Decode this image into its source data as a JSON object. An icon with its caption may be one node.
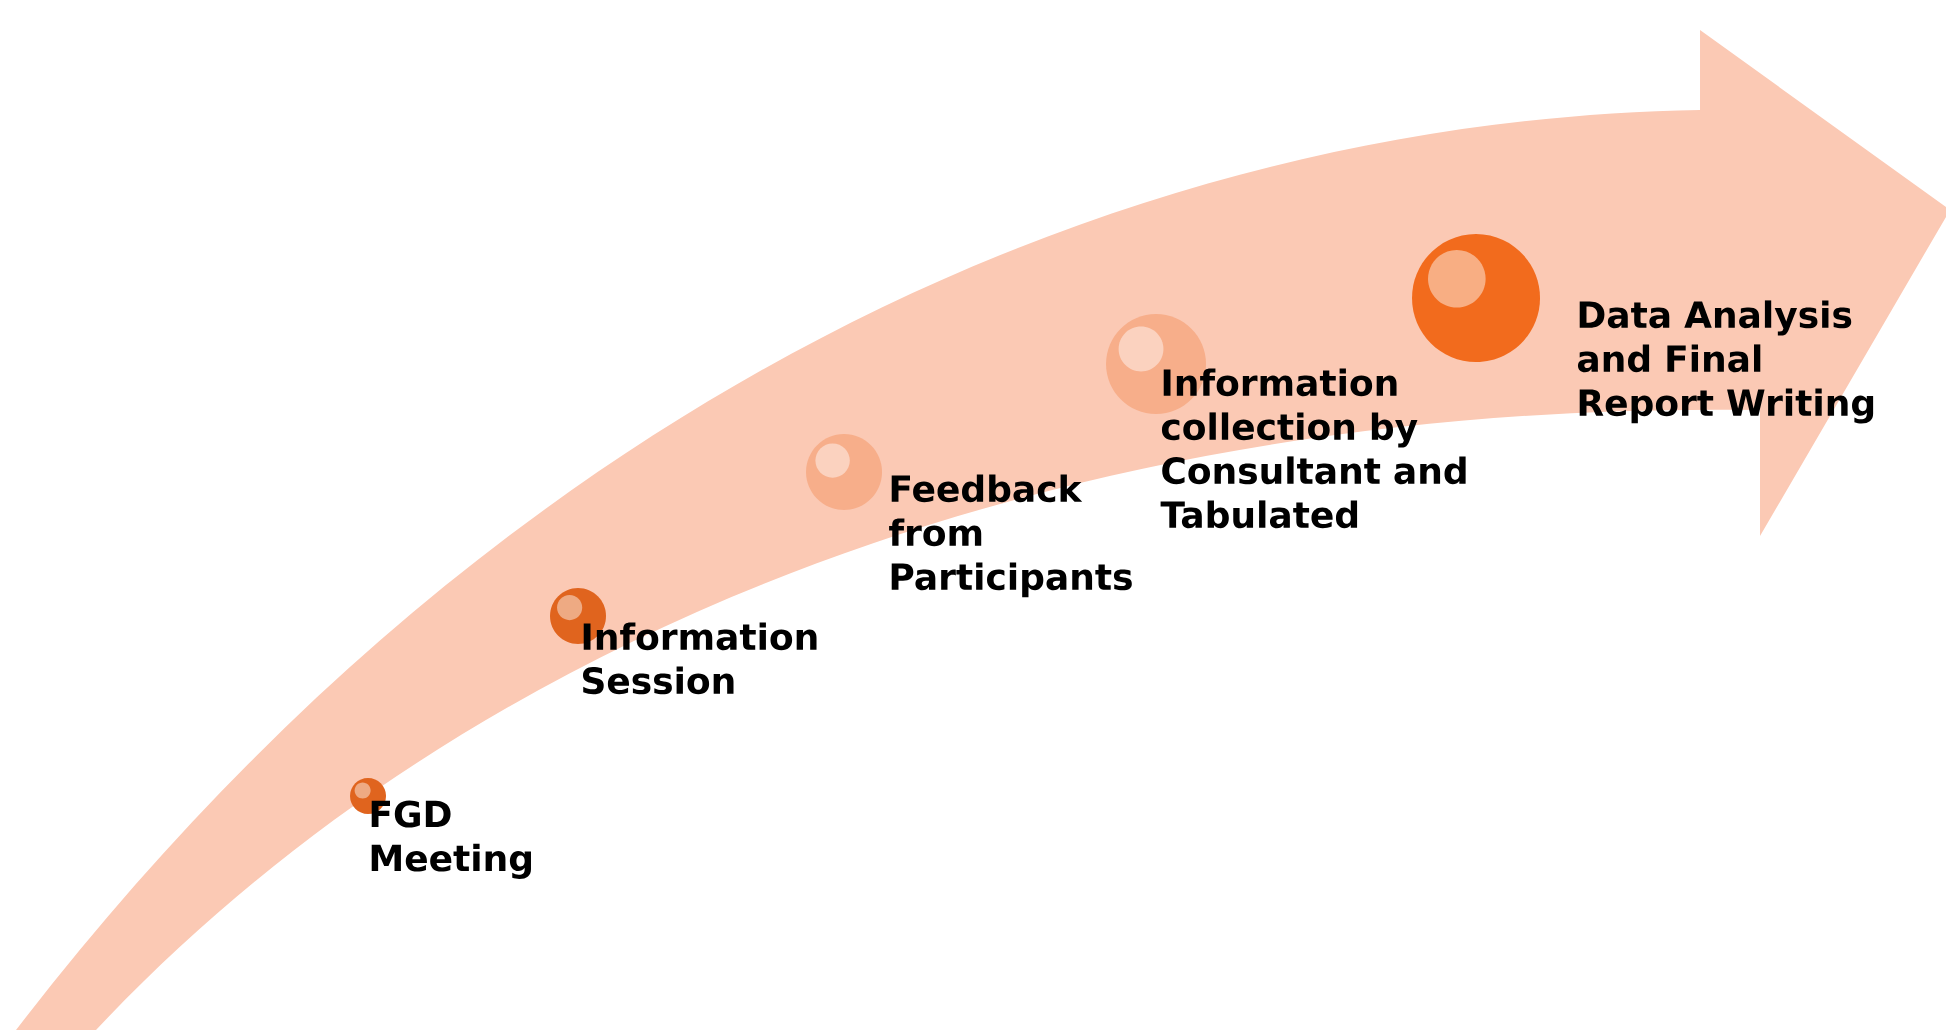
{
  "diagram": {
    "nodes": [
      {
        "text": [
          "FGD Meeting"
        ]
      },
      {
        "text": [
          "Information Session"
        ]
      },
      {
        "text": [
          "Feedback from Participants"
        ]
      },
      {
        "text": [
          "Information collection by Consultant and Tabulated"
        ]
      },
      {
        "text": [
          "Data Analysis and Final Report Writing"
        ]
      }
    ]
  }
}
